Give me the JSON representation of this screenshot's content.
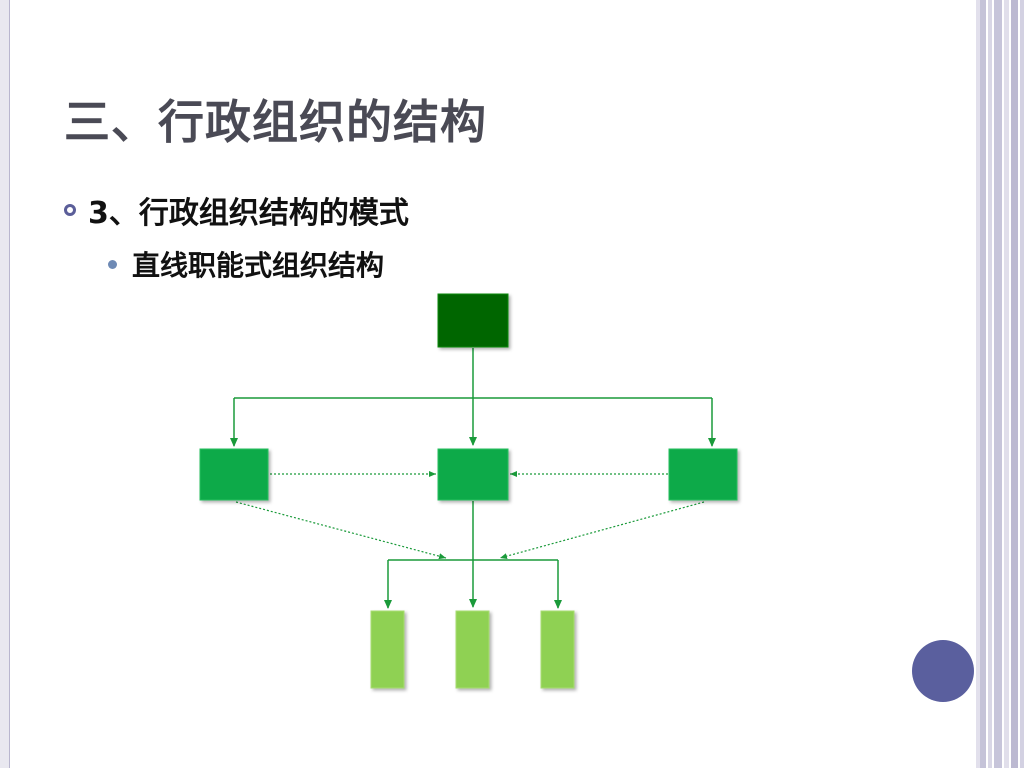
{
  "slide": {
    "title": "三、行政组织的结构",
    "bullet1": "3、行政组织结构的模式",
    "bullet2": "直线职能式组织结构"
  },
  "diagram": {
    "nodes": [
      {
        "name": "top-executive-box",
        "color": "#066606"
      },
      {
        "name": "functional-box-left",
        "color": "#0daa4a"
      },
      {
        "name": "line-box-center",
        "color": "#0daa4a"
      },
      {
        "name": "functional-box-right",
        "color": "#0daa4a"
      },
      {
        "name": "subunit-box-1",
        "color": "#8fd153"
      },
      {
        "name": "subunit-box-2",
        "color": "#8fd153"
      },
      {
        "name": "subunit-box-3",
        "color": "#8fd153"
      }
    ],
    "line_color": "#1a9a3a"
  },
  "theme": {
    "accent": "#5a5f9e",
    "border": "#b9b6cf"
  }
}
